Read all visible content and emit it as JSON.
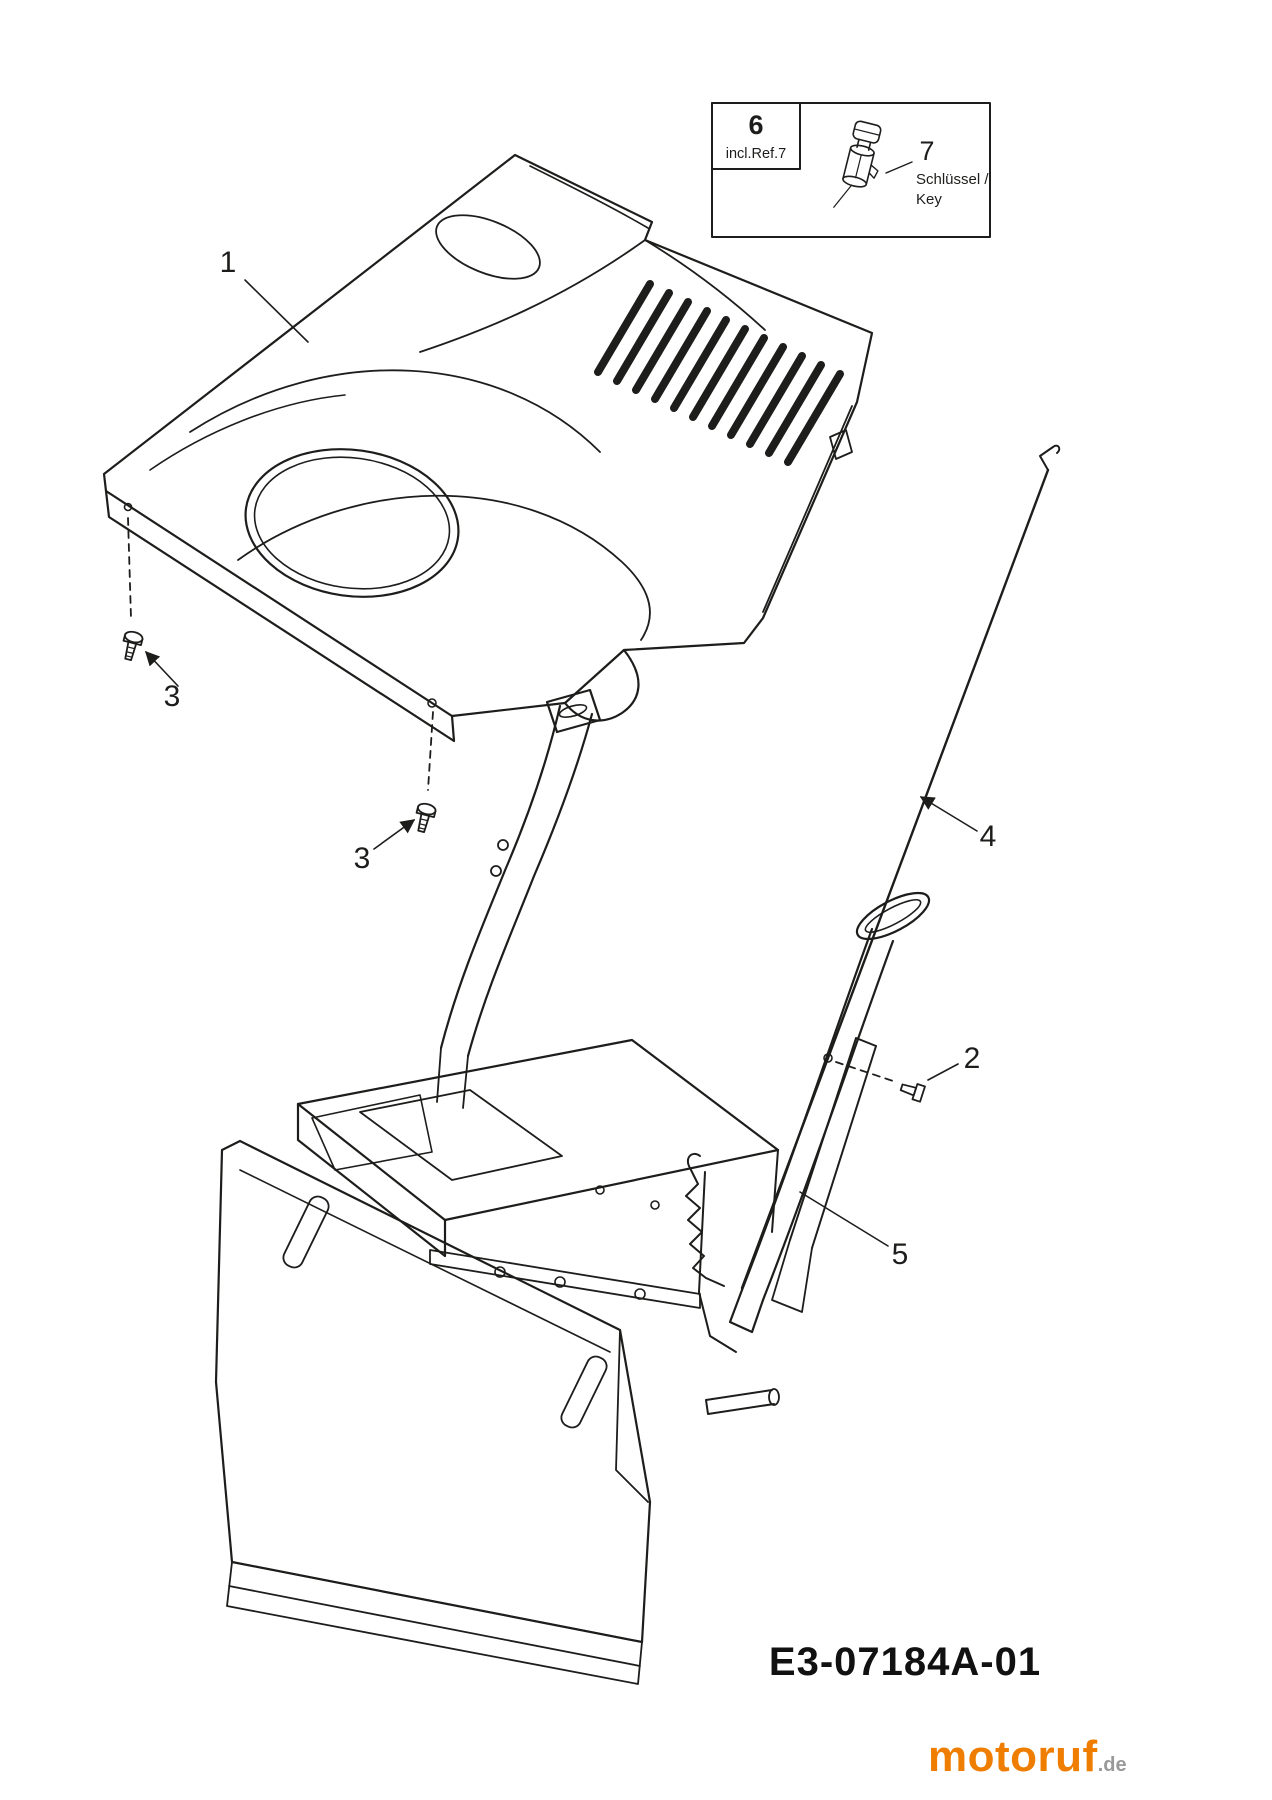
{
  "diagram": {
    "callouts": {
      "part1": "1",
      "part2": "2",
      "part3_left": "3",
      "part3_mid": "3",
      "part4": "4",
      "part5": "5"
    },
    "inset": {
      "box_number": "6",
      "box_note": "incl.Ref.7",
      "key_number": "7",
      "key_label_de": "Schlüssel /",
      "key_label_en": "Key"
    },
    "part_code": "E3-07184A-01",
    "logo": {
      "brand": "motoruf",
      "tld": ".de"
    },
    "colors": {
      "ink": "#1d1d1b",
      "logo_orange": "#ee7d00",
      "logo_tld_gray": "#999999"
    }
  }
}
